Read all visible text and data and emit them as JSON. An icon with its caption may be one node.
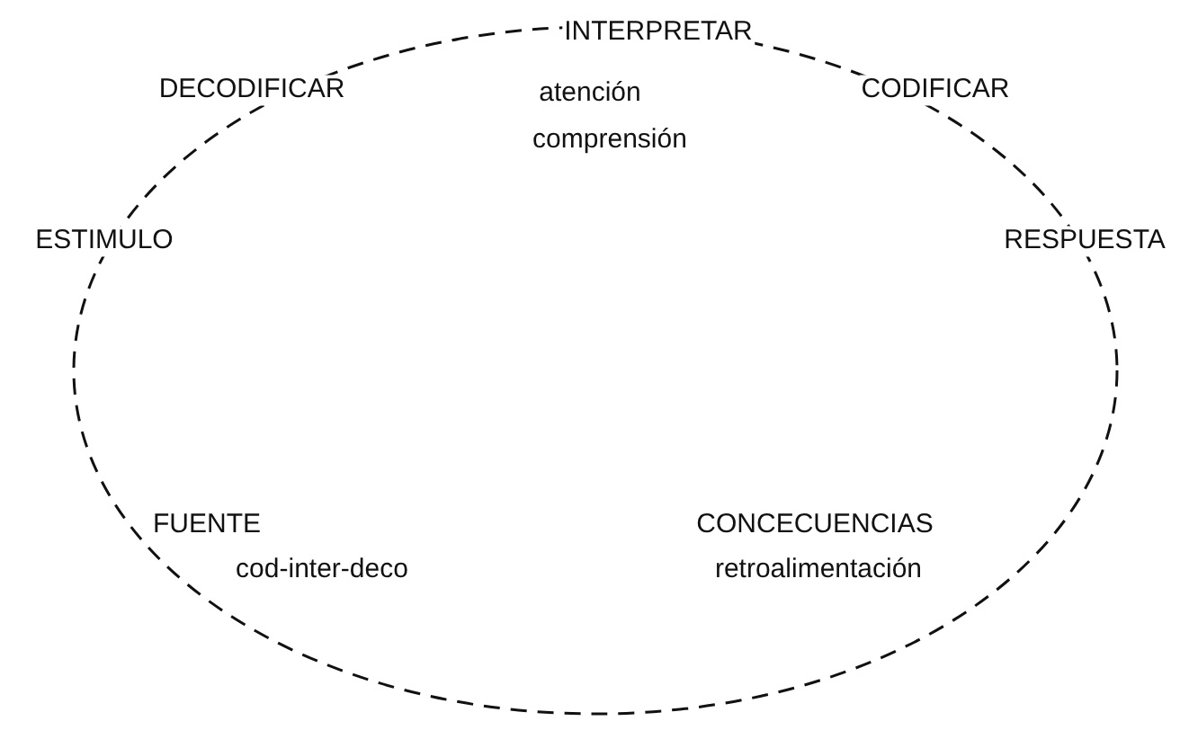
{
  "diagram": {
    "labels": [
      "INTERPRETAR",
      "DECODIFICAR",
      "atención",
      "CODIFICAR",
      "comprensión",
      "ESTIMULO",
      "RESPUESTA",
      "FUENTE",
      "CONCECUENCIAS",
      "cod-inter-deco",
      "retroalimentación"
    ]
  }
}
